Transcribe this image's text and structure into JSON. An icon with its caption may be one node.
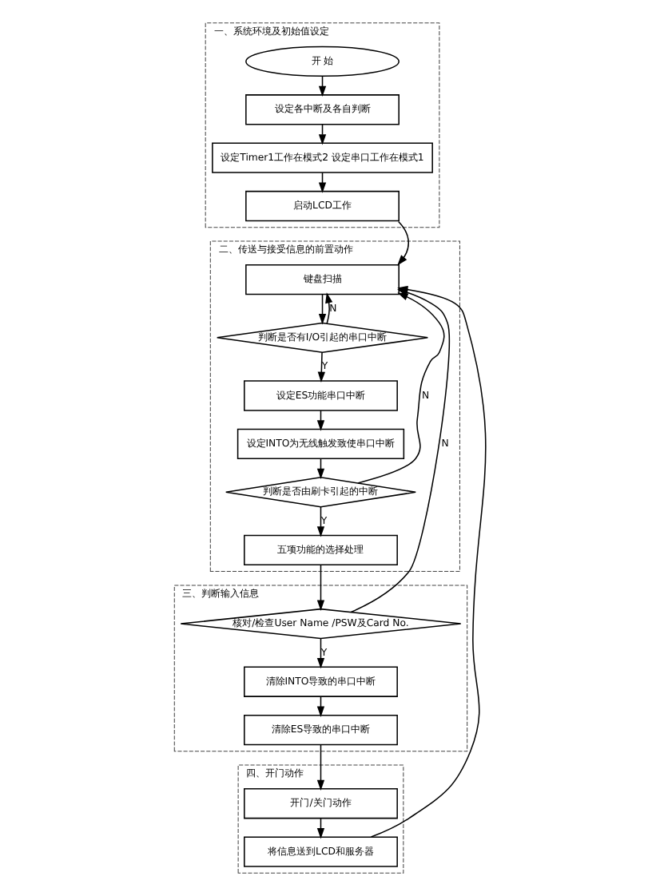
{
  "diagram": {
    "nodes": [
      {
        "text": [
          "一、系统环境及初始值设定"
        ]
      },
      {
        "text": [
          "开 始"
        ],
        "in": 0
      },
      {
        "text": [
          "设定各中断及各自判断"
        ],
        "in": 0
      },
      {
        "text": [
          "设定Timer1工作在模式2 设定串口工作在模式1"
        ],
        "in": 0
      },
      {
        "text": [
          "启动LCD工作"
        ],
        "in": 0
      },
      {
        "text": [
          "二、传送与接受信息的前置动作"
        ]
      },
      {
        "text": [
          "键盘扫描"
        ],
        "in": 5
      },
      {
        "text": [
          "判断是否有I/O引起的串口中断"
        ],
        "in": 5
      },
      {
        "text": [
          "设定ES功能串口中断"
        ],
        "in": 5
      },
      {
        "text": [
          "设定INTO为无线触发致使串口中断"
        ],
        "in": 5
      },
      {
        "text": [
          "判断是否由刷卡引起的中断"
        ],
        "in": 5
      },
      {
        "text": [
          "五项功能的选择处理"
        ],
        "in": 5
      },
      {
        "text": [
          "三、判断输入信息"
        ]
      },
      {
        "text": [
          "核对/检查User Name /PSW及Card No."
        ],
        "in": 12
      },
      {
        "text": [
          "清除INTO导致的串口中断"
        ],
        "in": 12
      },
      {
        "text": [
          "清除ES导致的串口中断"
        ],
        "in": 12
      },
      {
        "text": [
          "四、开门动作"
        ]
      },
      {
        "text": [
          "开门/关门动作"
        ],
        "in": 16
      },
      {
        "text": [
          "将信息送到LCD和服务器"
        ],
        "in": 16
      }
    ],
    "edges": [
      {
        "from": 1,
        "to": 2,
        "arrow": "to"
      },
      {
        "from": 2,
        "to": 3,
        "arrow": "to"
      },
      {
        "from": 3,
        "to": 4,
        "arrow": "to"
      },
      {
        "from": 4,
        "to": 6,
        "arrow": "to"
      },
      {
        "from": 6,
        "to": 7,
        "arrow": "to"
      },
      {
        "from": 7,
        "to": 8,
        "arrow": "to",
        "label": "Y"
      },
      {
        "from": 7,
        "to": 6,
        "arrow": "to",
        "label": "N"
      },
      {
        "from": 8,
        "to": 9,
        "arrow": "to"
      },
      {
        "from": 9,
        "to": 10,
        "arrow": "to"
      },
      {
        "from": 10,
        "to": 11,
        "arrow": "to",
        "label": "Y"
      },
      {
        "from": 10,
        "to": 6,
        "arrow": "to",
        "label": "N"
      },
      {
        "from": 11,
        "to": 13,
        "arrow": "to"
      },
      {
        "from": 13,
        "to": 14,
        "arrow": "to",
        "label": "Y"
      },
      {
        "from": 13,
        "to": 6,
        "arrow": "to",
        "label": "N"
      },
      {
        "from": 14,
        "to": 15,
        "arrow": "to"
      },
      {
        "from": 15,
        "to": 17,
        "arrow": "to"
      },
      {
        "from": 17,
        "to": 18,
        "arrow": "to"
      },
      {
        "from": 18,
        "to": 6,
        "arrow": "to"
      }
    ]
  }
}
